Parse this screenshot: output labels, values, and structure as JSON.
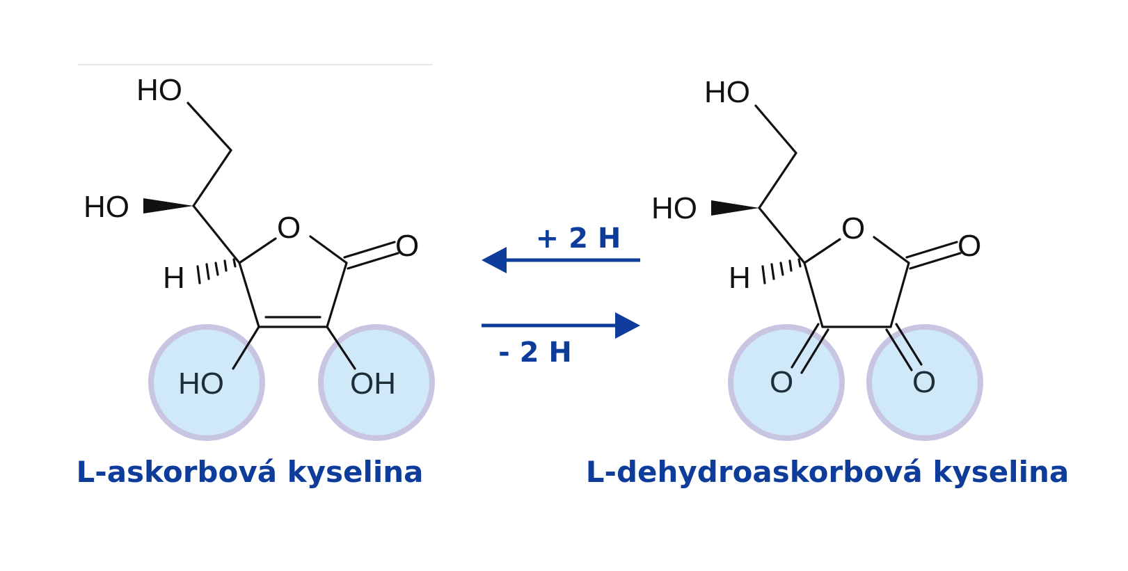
{
  "colors": {
    "label_blue": "#0d3c9b",
    "highlight_fill": "#cfe9f8",
    "highlight_ring": "#c8c5e2",
    "bond_black": "#111111"
  },
  "left_molecule": {
    "caption": "L-askorbová kyselina",
    "atoms": {
      "terminal_oh": "HO",
      "side_oh": "HO",
      "ring_o": "O",
      "carbonyl_o": "O",
      "h": "H",
      "enol_oh_left": "HO",
      "enol_oh_right": "OH"
    }
  },
  "right_molecule": {
    "caption": "L-dehydroaskorbová kyselina",
    "atoms": {
      "terminal_oh": "HO",
      "side_oh": "HO",
      "ring_o": "O",
      "carbonyl_o": "O",
      "h": "H",
      "keto_o_left": "O",
      "keto_o_right": "O"
    }
  },
  "reaction": {
    "reverse_label": "+ 2 H",
    "forward_label": "- 2 H"
  }
}
